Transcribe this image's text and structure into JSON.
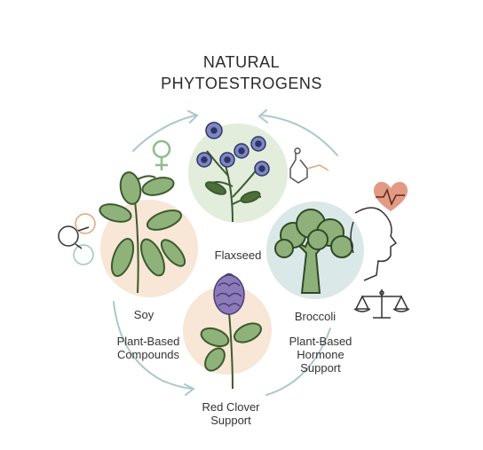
{
  "title": {
    "line1": "NATURAL",
    "line2": "PHYTOESTROGENS"
  },
  "plants": {
    "flaxseed": "Flaxseed",
    "soy": "Soy",
    "broccoli": "Broccoli",
    "red_clover": "Red Clover"
  },
  "captions": {
    "left_line1": "Plant-Based",
    "left_line2": "Compounds",
    "right_line1": "Plant-Based",
    "right_line2": "Hormone",
    "right_line3": "Support",
    "bottom_support": "Support"
  },
  "colors": {
    "green_circle": "#e3eddc",
    "peach_circle": "#f8e6d6",
    "blue_circle": "#dbe8e8",
    "arrow": "#a9c9cc",
    "leaf": "#8fb27a",
    "stem": "#3c5a2e",
    "flower_blue": "#7f86c8",
    "clover_purple": "#8b7bb8",
    "broccoli": "#8fb07a",
    "symbol_green": "#8cbf8a",
    "heart": "#e39a84",
    "molecule_orange": "#e6a37a"
  },
  "icons": [
    "venus-symbol-icon",
    "molecule-icon",
    "heart-pulse-icon",
    "human-head-icon",
    "balance-scale-icon",
    "atoms-icon",
    "cycle-arrow-icon"
  ]
}
